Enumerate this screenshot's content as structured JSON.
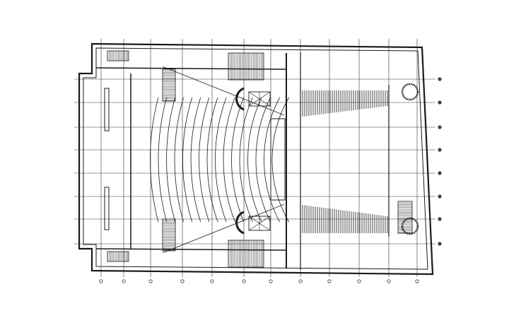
{
  "drawing": {
    "type": "architectural floor plan",
    "line_color": "#1a1a1a",
    "grid_color": "#333333",
    "background": "#ffffff",
    "seating_rows": 16,
    "grid_columns": 12,
    "grid_rows": 8
  }
}
